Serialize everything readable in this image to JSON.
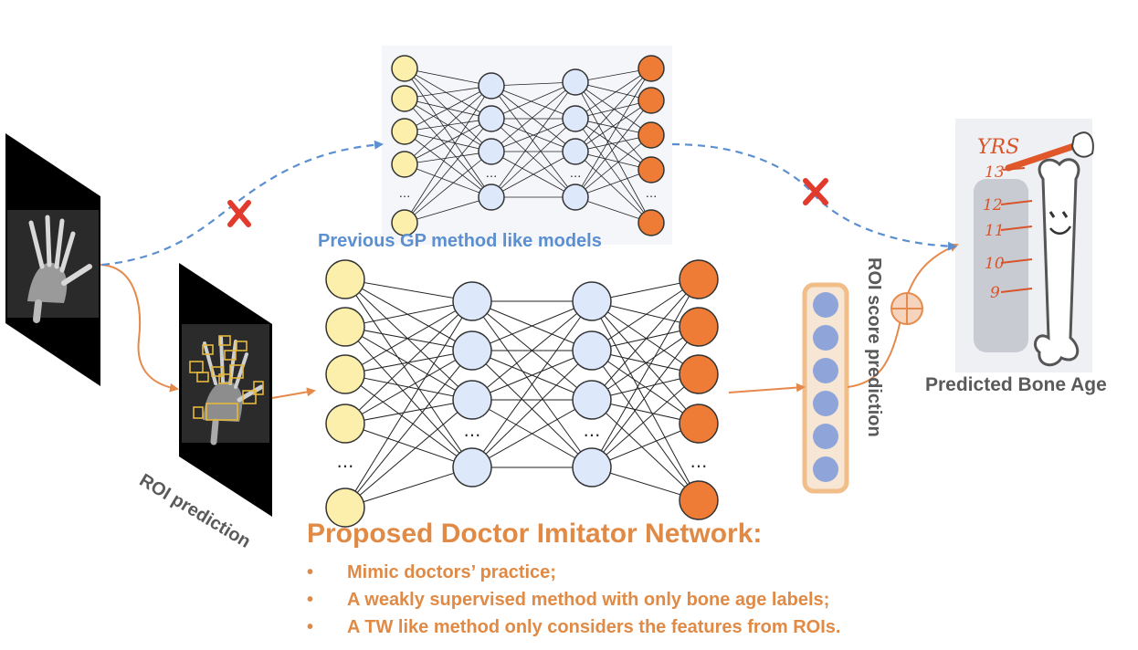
{
  "previous_label": "Previous GP method like models",
  "bone_age_label": "Predicted Bone Age",
  "roi_prediction_label": "ROI prediction",
  "roi_score_label": "ROI score prediction",
  "proposed": {
    "title": "Proposed Doctor Imitator Network:",
    "bullet_char": "•",
    "bullets": [
      "Mimic doctors’ practice;",
      "A weakly supervised method with only bone age labels;",
      "A TW like method only considers the features from ROIs."
    ]
  },
  "ellipsis": "…",
  "ruler": {
    "title": "YRS",
    "ticks": [
      "13",
      "12",
      "11",
      "10",
      "9"
    ]
  },
  "colors": {
    "input_node": "#fbefab",
    "hidden_node": "#dde8fb",
    "output_node": "#ee7c36",
    "roi_node": "#8fa4d8",
    "roi_box": "#f3cb9e",
    "arrow_orange": "#e58a4c",
    "arrow_blue": "#5b8fd0",
    "cross": "#e23b2e"
  }
}
